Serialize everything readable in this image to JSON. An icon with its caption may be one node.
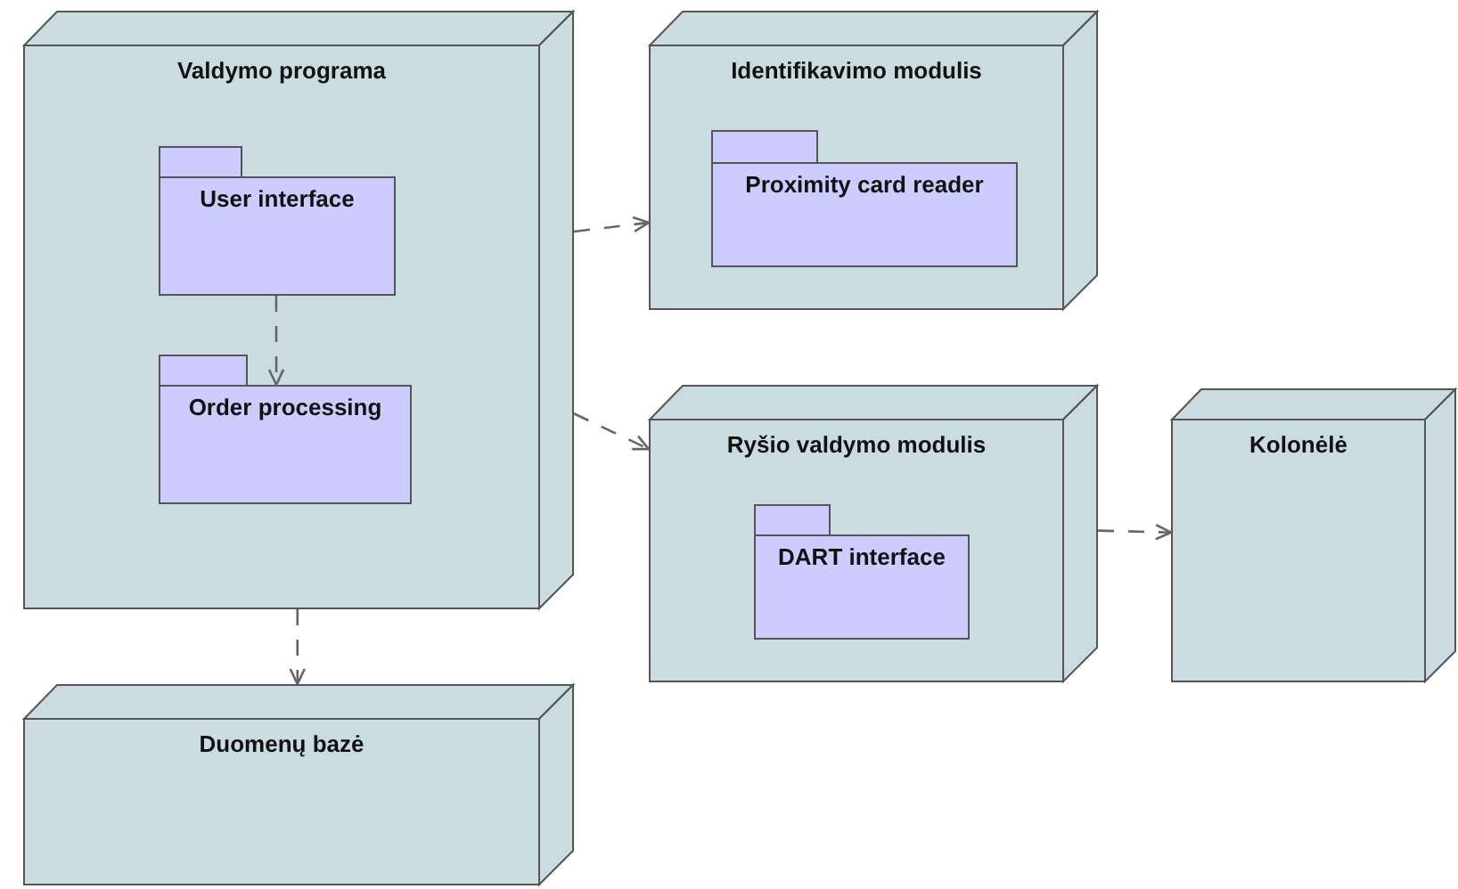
{
  "diagram": {
    "nodes": [
      {
        "text": [
          "Valdymo programa"
        ]
      },
      {
        "text": [
          "User interface"
        ],
        "in": 0
      },
      {
        "text": [
          "Order processing"
        ],
        "in": 0
      },
      {
        "text": [
          "Identifikavimo modulis"
        ]
      },
      {
        "text": [
          "Proximity card reader"
        ],
        "in": 3
      },
      {
        "text": [
          "Ryšio valdymo modulis"
        ]
      },
      {
        "text": [
          "DART interface"
        ],
        "in": 5
      },
      {
        "text": [
          "Kolonėlė"
        ]
      },
      {
        "text": [
          "Duomenų bazė"
        ]
      }
    ],
    "edges": [
      {
        "from": 1,
        "to": 2,
        "arrow": "to",
        "style": "dashed"
      },
      {
        "from": 0,
        "to": 3,
        "arrow": "to",
        "style": "dashed"
      },
      {
        "from": 0,
        "to": 5,
        "arrow": "to",
        "style": "dashed"
      },
      {
        "from": 5,
        "to": 7,
        "arrow": "to",
        "style": "dashed"
      },
      {
        "from": 0,
        "to": 8,
        "arrow": "to",
        "style": "dashed"
      }
    ]
  }
}
